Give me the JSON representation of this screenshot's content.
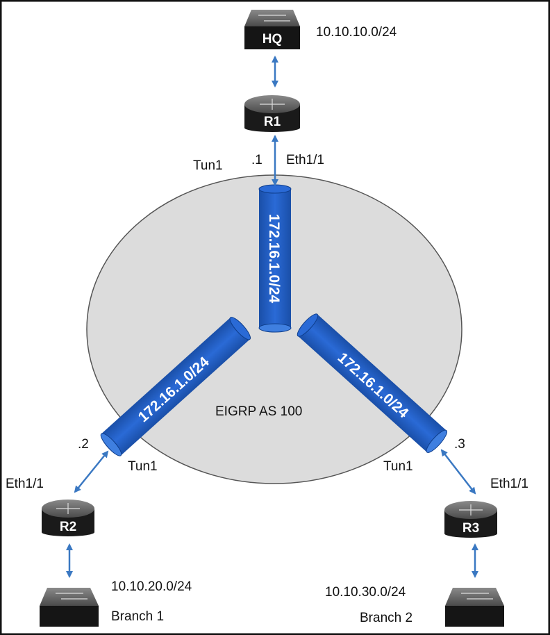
{
  "hq": {
    "label": "HQ",
    "subnet": "10.10.10.0/24"
  },
  "r1": {
    "label": "R1",
    "ip": ".1",
    "eth": "Eth1/1",
    "tun": "Tun1"
  },
  "r2": {
    "label": "R2",
    "ip": ".2",
    "eth": "Eth1/1",
    "tun": "Tun1"
  },
  "r3": {
    "label": "R3",
    "ip": ".3",
    "eth": "Eth1/1",
    "tun": "Tun1"
  },
  "branch1": {
    "label": "Branch 1",
    "subnet": "10.10.20.0/24"
  },
  "branch2": {
    "label": "Branch 2",
    "subnet": "10.10.30.0/24"
  },
  "cloud": {
    "label": "EIGRP AS 100"
  },
  "tunnels": {
    "r1": "172.16.1.0/24",
    "r2": "172.16.1.0/24",
    "r3": "172.16.1.0/24"
  },
  "colors": {
    "tube": "#1f5fc4",
    "arrow": "#3a78c2",
    "cloud": "#dcdcdc",
    "device": "#1a1a1a"
  }
}
